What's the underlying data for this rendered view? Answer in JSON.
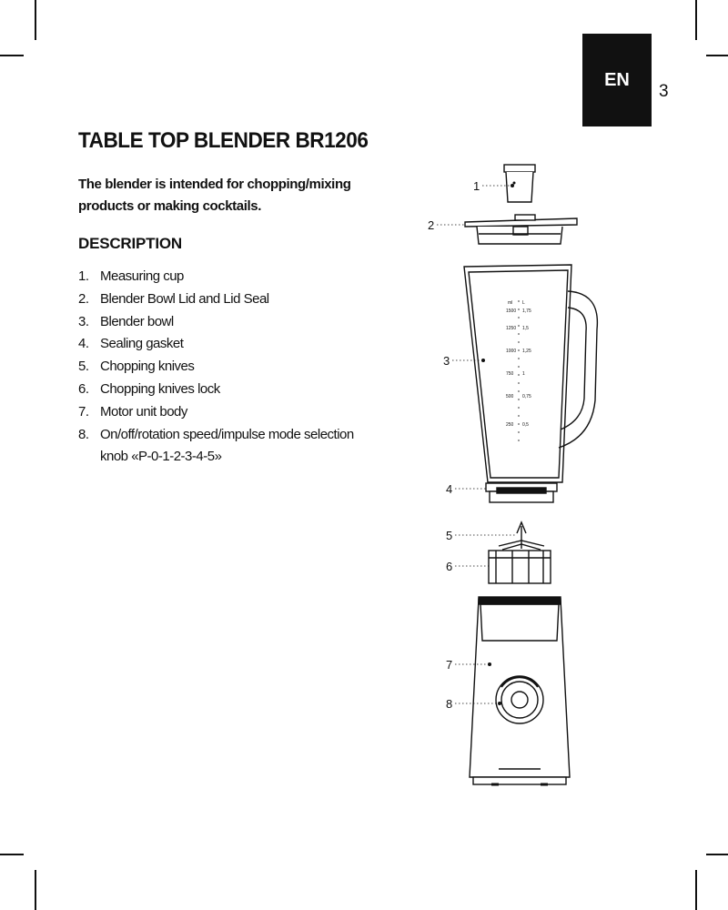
{
  "header": {
    "lang_tab": "EN",
    "page_number": "3"
  },
  "title": "TABLE TOP BLENDER BR1206",
  "intro": "The blender is intended for chopping/mixing products or making cocktails.",
  "description_heading": "DESCRIPTION",
  "parts": [
    {
      "num": "1.",
      "text": "Measuring cup"
    },
    {
      "num": "2.",
      "text": "Blender Bowl Lid and Lid Seal"
    },
    {
      "num": "3.",
      "text": "Blender bowl"
    },
    {
      "num": "4.",
      "text": "Sealing gasket"
    },
    {
      "num": "5.",
      "text": "Chopping knives"
    },
    {
      "num": "6.",
      "text": "Chopping knives lock"
    },
    {
      "num": "7.",
      "text": "Motor unit body"
    },
    {
      "num": "8.",
      "text": "On/off/rotation speed/impulse mode selection knob «P-0-1-2-3-4-5»"
    }
  ],
  "diagram": {
    "callouts": [
      "1",
      "2",
      "3",
      "4",
      "5",
      "6",
      "7",
      "8"
    ],
    "scale_left": [
      "ml",
      "1500",
      "1250",
      "1000",
      "750",
      "500",
      "250"
    ],
    "scale_right": [
      "L",
      "1,75",
      "1,5",
      "1,25",
      "1",
      "0,75",
      "0,5"
    ]
  }
}
